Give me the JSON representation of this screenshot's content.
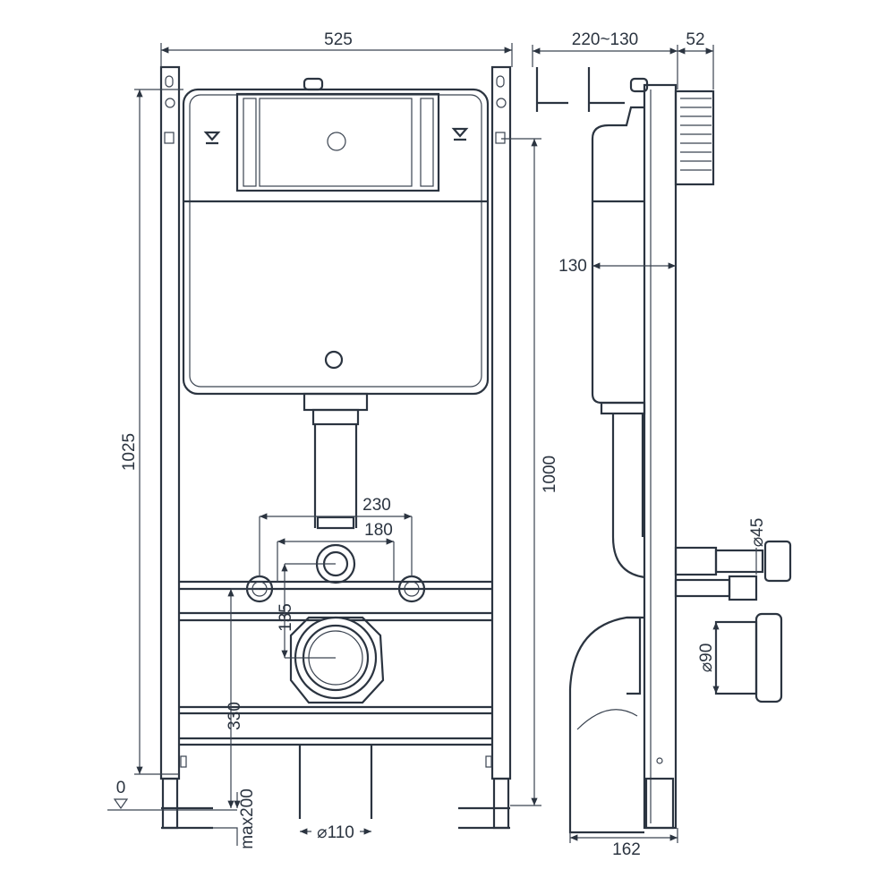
{
  "title": "Wall-hung WC installation frame - dimension drawing",
  "front_view": {
    "width_label": "525",
    "frame_height_label": "1025",
    "fixing_height_label": "1000",
    "inlet_spacing_outer_label": "230",
    "inlet_spacing_inner_label": "180",
    "inlet_to_outlet_label": "135",
    "outlet_height_label": "330",
    "floor_level_label": "0",
    "leg_adjust_label": "max200",
    "drain_diameter_label": "⌀110"
  },
  "side_view": {
    "depth_range_label": "220~130",
    "wall_plate_label": "52",
    "tank_depth_label": "130",
    "inlet_diameter_label": "⌀45",
    "outlet_diameter_label": "⌀90",
    "base_depth_label": "162"
  },
  "colors": {
    "line": "#2b3440",
    "background": "#ffffff"
  }
}
